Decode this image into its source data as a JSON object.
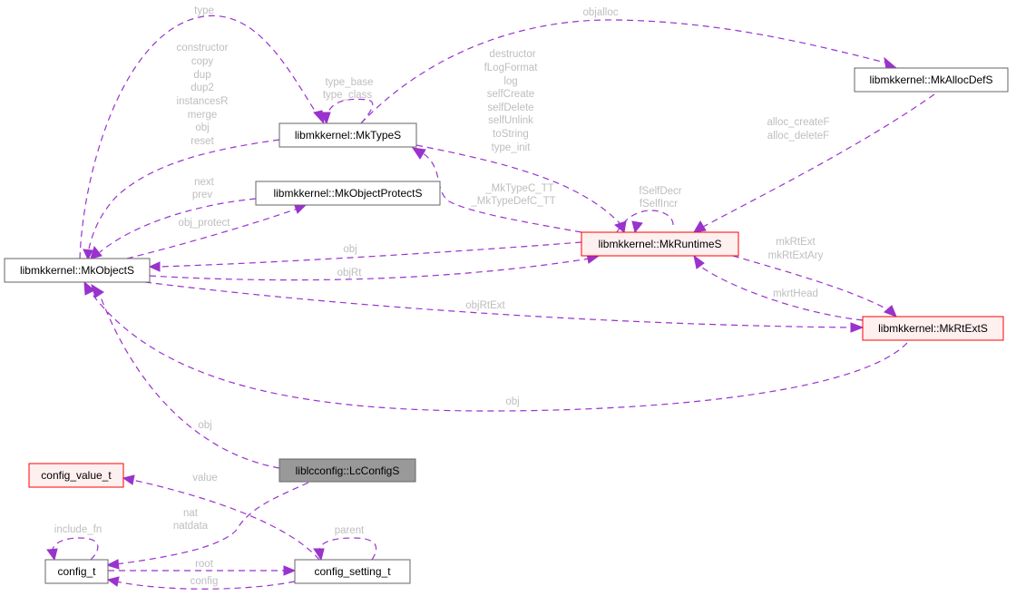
{
  "diagram": {
    "type": "collaboration-diagram",
    "nodes": {
      "mkobjects": {
        "label": "libmkkernel::MkObjectS",
        "style": "normal"
      },
      "mktypes": {
        "label": "libmkkernel::MkTypeS",
        "style": "normal"
      },
      "mkobjectprotects": {
        "label": "libmkkernel::MkObjectProtectS",
        "style": "normal"
      },
      "mkallocdefs": {
        "label": "libmkkernel::MkAllocDefS",
        "style": "normal"
      },
      "mkruntimes": {
        "label": "libmkkernel::MkRuntimeS",
        "style": "highlight-red"
      },
      "mkrtexts": {
        "label": "libmkkernel::MkRtExtS",
        "style": "highlight-red"
      },
      "lcconfigs": {
        "label": "liblcconfig::LcConfigS",
        "style": "root-gray"
      },
      "config_value_t": {
        "label": "config_value_t",
        "style": "highlight-red"
      },
      "config_t": {
        "label": "config_t",
        "style": "normal"
      },
      "config_setting_t": {
        "label": "config_setting_t",
        "style": "normal"
      }
    },
    "edges": [
      {
        "from": "mktypes",
        "to": "mkobjects",
        "labels": [
          "constructor",
          "copy",
          "dup",
          "dup2",
          "instancesR",
          "merge",
          "obj",
          "reset"
        ]
      },
      {
        "from": "mkobjects",
        "to": "mktypes",
        "labels": [
          "type"
        ]
      },
      {
        "from": "mktypes",
        "to": "mktypes",
        "labels": [
          "type_base",
          "type_class"
        ]
      },
      {
        "from": "mktypes",
        "to": "mkallocdefs",
        "labels": [
          "objalloc"
        ]
      },
      {
        "from": "mkobjectprotects",
        "to": "mkobjects",
        "labels": [
          "next",
          "prev"
        ]
      },
      {
        "from": "mkobjects",
        "to": "mkobjectprotects",
        "labels": [
          "obj_protect"
        ]
      },
      {
        "from": "mkruntimes",
        "to": "mkobjects",
        "labels": [
          "obj"
        ]
      },
      {
        "from": "mkobjects",
        "to": "mkruntimes",
        "labels": [
          "objRt"
        ]
      },
      {
        "from": "mkobjects",
        "to": "mkrtexts",
        "labels": [
          "objRtExt"
        ]
      },
      {
        "from": "mkrtexts",
        "to": "mkobjects",
        "labels": [
          "obj"
        ]
      },
      {
        "from": "mktypes",
        "to": "mkruntimes",
        "labels": [
          "destructor",
          "fLogFormat",
          "log",
          "selfCreate",
          "selfDelete",
          "selfUnlink",
          "toString",
          "type_init"
        ]
      },
      {
        "from": "mkruntimes",
        "to": "mktypes",
        "labels": [
          "_MkTypeC_TT",
          "_MkTypeDefC_TT"
        ]
      },
      {
        "from": "mkruntimes",
        "to": "mkruntimes",
        "labels": [
          "fSelfDecr",
          "fSelfIncr"
        ]
      },
      {
        "from": "mkallocdefs",
        "to": "mkruntimes",
        "labels": [
          "alloc_createF",
          "alloc_deleteF"
        ]
      },
      {
        "from": "mkruntimes",
        "to": "mkrtexts",
        "labels": [
          "mkRtExt",
          "mkRtExtAry"
        ]
      },
      {
        "from": "mkrtexts",
        "to": "mkruntimes",
        "labels": [
          "mkrtHead"
        ]
      },
      {
        "from": "lcconfigs",
        "to": "mkobjects",
        "labels": [
          "obj"
        ]
      },
      {
        "from": "lcconfigs",
        "to": "config_t",
        "labels": [
          "nat",
          "natdata"
        ]
      },
      {
        "from": "config_setting_t",
        "to": "config_value_t",
        "labels": [
          "value"
        ]
      },
      {
        "from": "config_t",
        "to": "config_t",
        "labels": [
          "include_fn"
        ]
      },
      {
        "from": "config_setting_t",
        "to": "config_setting_t",
        "labels": [
          "parent"
        ]
      },
      {
        "from": "config_t",
        "to": "config_setting_t",
        "labels": [
          "root"
        ]
      },
      {
        "from": "config_setting_t",
        "to": "config_t",
        "labels": [
          "config"
        ]
      }
    ],
    "colors": {
      "edge": "#9a32cd",
      "label": "#bebebe",
      "node_border": "#666666",
      "node_fill": "#ffffff",
      "highlight_border": "#ff0000",
      "highlight_fill": "#fff0f0",
      "root_fill": "#999999",
      "root_border": "#666666"
    }
  }
}
